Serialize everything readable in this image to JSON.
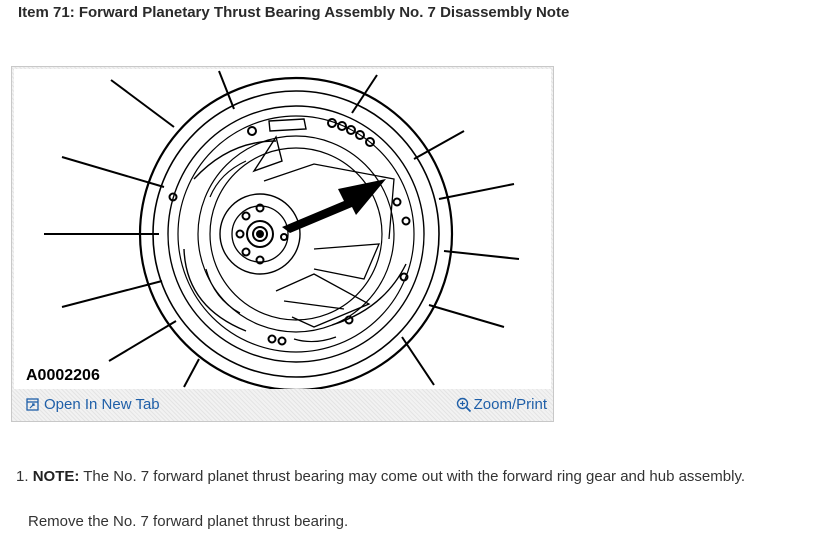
{
  "title": "Item 71: Forward Planetary Thrust Bearing Assembly No. 7 Disassembly Note",
  "figure": {
    "id_label": "A0002206",
    "open_label": "Open In New Tab",
    "zoom_label": "Zoom/Print",
    "open_icon": "open-new-tab-icon",
    "zoom_icon": "magnifier-plus-icon",
    "link_color": "#1f5fa8"
  },
  "steps": [
    {
      "number": "1.",
      "note_label": "NOTE:",
      "note_text": "The No. 7 forward planet thrust bearing may come out with the forward ring gear and hub assembly.",
      "instruction": "Remove the No. 7 forward planet thrust bearing."
    }
  ]
}
